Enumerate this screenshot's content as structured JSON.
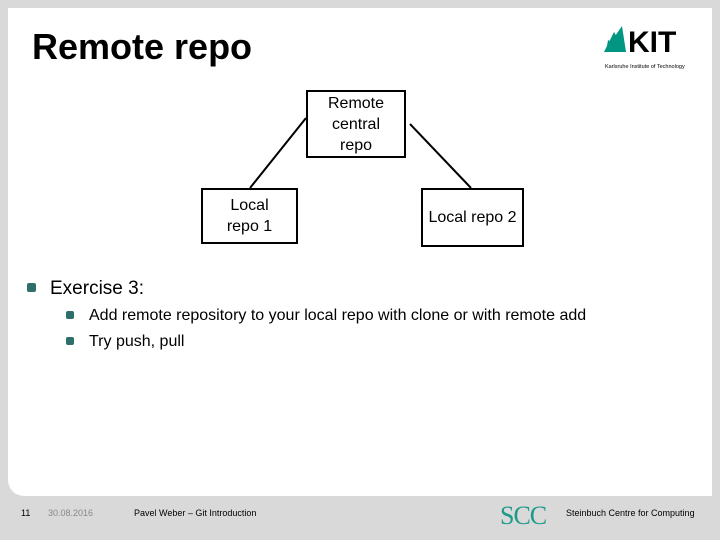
{
  "title": "Remote repo",
  "logo": {
    "text": "KIT",
    "subtitle": "Karlsruhe Institute of Technology"
  },
  "diagram": {
    "remote": "Remote central repo",
    "local1": "Local repo 1",
    "local2": "Local repo 2"
  },
  "bullets": {
    "main": "Exercise 3:",
    "sub": [
      "Add remote repository to your local repo with clone or with remote add",
      "Try push, pull"
    ]
  },
  "footer": {
    "page": "11",
    "date": "30.08.2016",
    "author": "Pavel Weber – Git Introduction",
    "org_logo": "SCC",
    "org": "Steinbuch Centre for Computing"
  },
  "colors": {
    "accent": "#009682",
    "bullet": "#2e6f6a"
  }
}
